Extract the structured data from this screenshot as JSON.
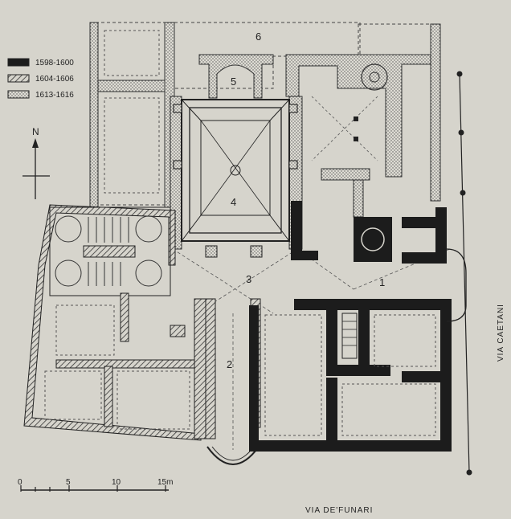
{
  "legend": [
    {
      "label": "1598-1600",
      "pattern": "solid",
      "color": "#1c1c1c"
    },
    {
      "label": "1604-1606",
      "pattern": "hatched",
      "color": "#555555"
    },
    {
      "label": "1613-1616",
      "pattern": "dotted",
      "color": "#888888"
    }
  ],
  "north_label": "N",
  "rooms": {
    "r1": "1",
    "r2": "2",
    "r3": "3",
    "r4": "4",
    "r5": "5",
    "r6": "6"
  },
  "streets": {
    "east": "VIA CAETANI",
    "south": "VIA DE'FUNARI"
  },
  "scale": {
    "ticks": [
      "0",
      "5",
      "10",
      "15m"
    ]
  }
}
